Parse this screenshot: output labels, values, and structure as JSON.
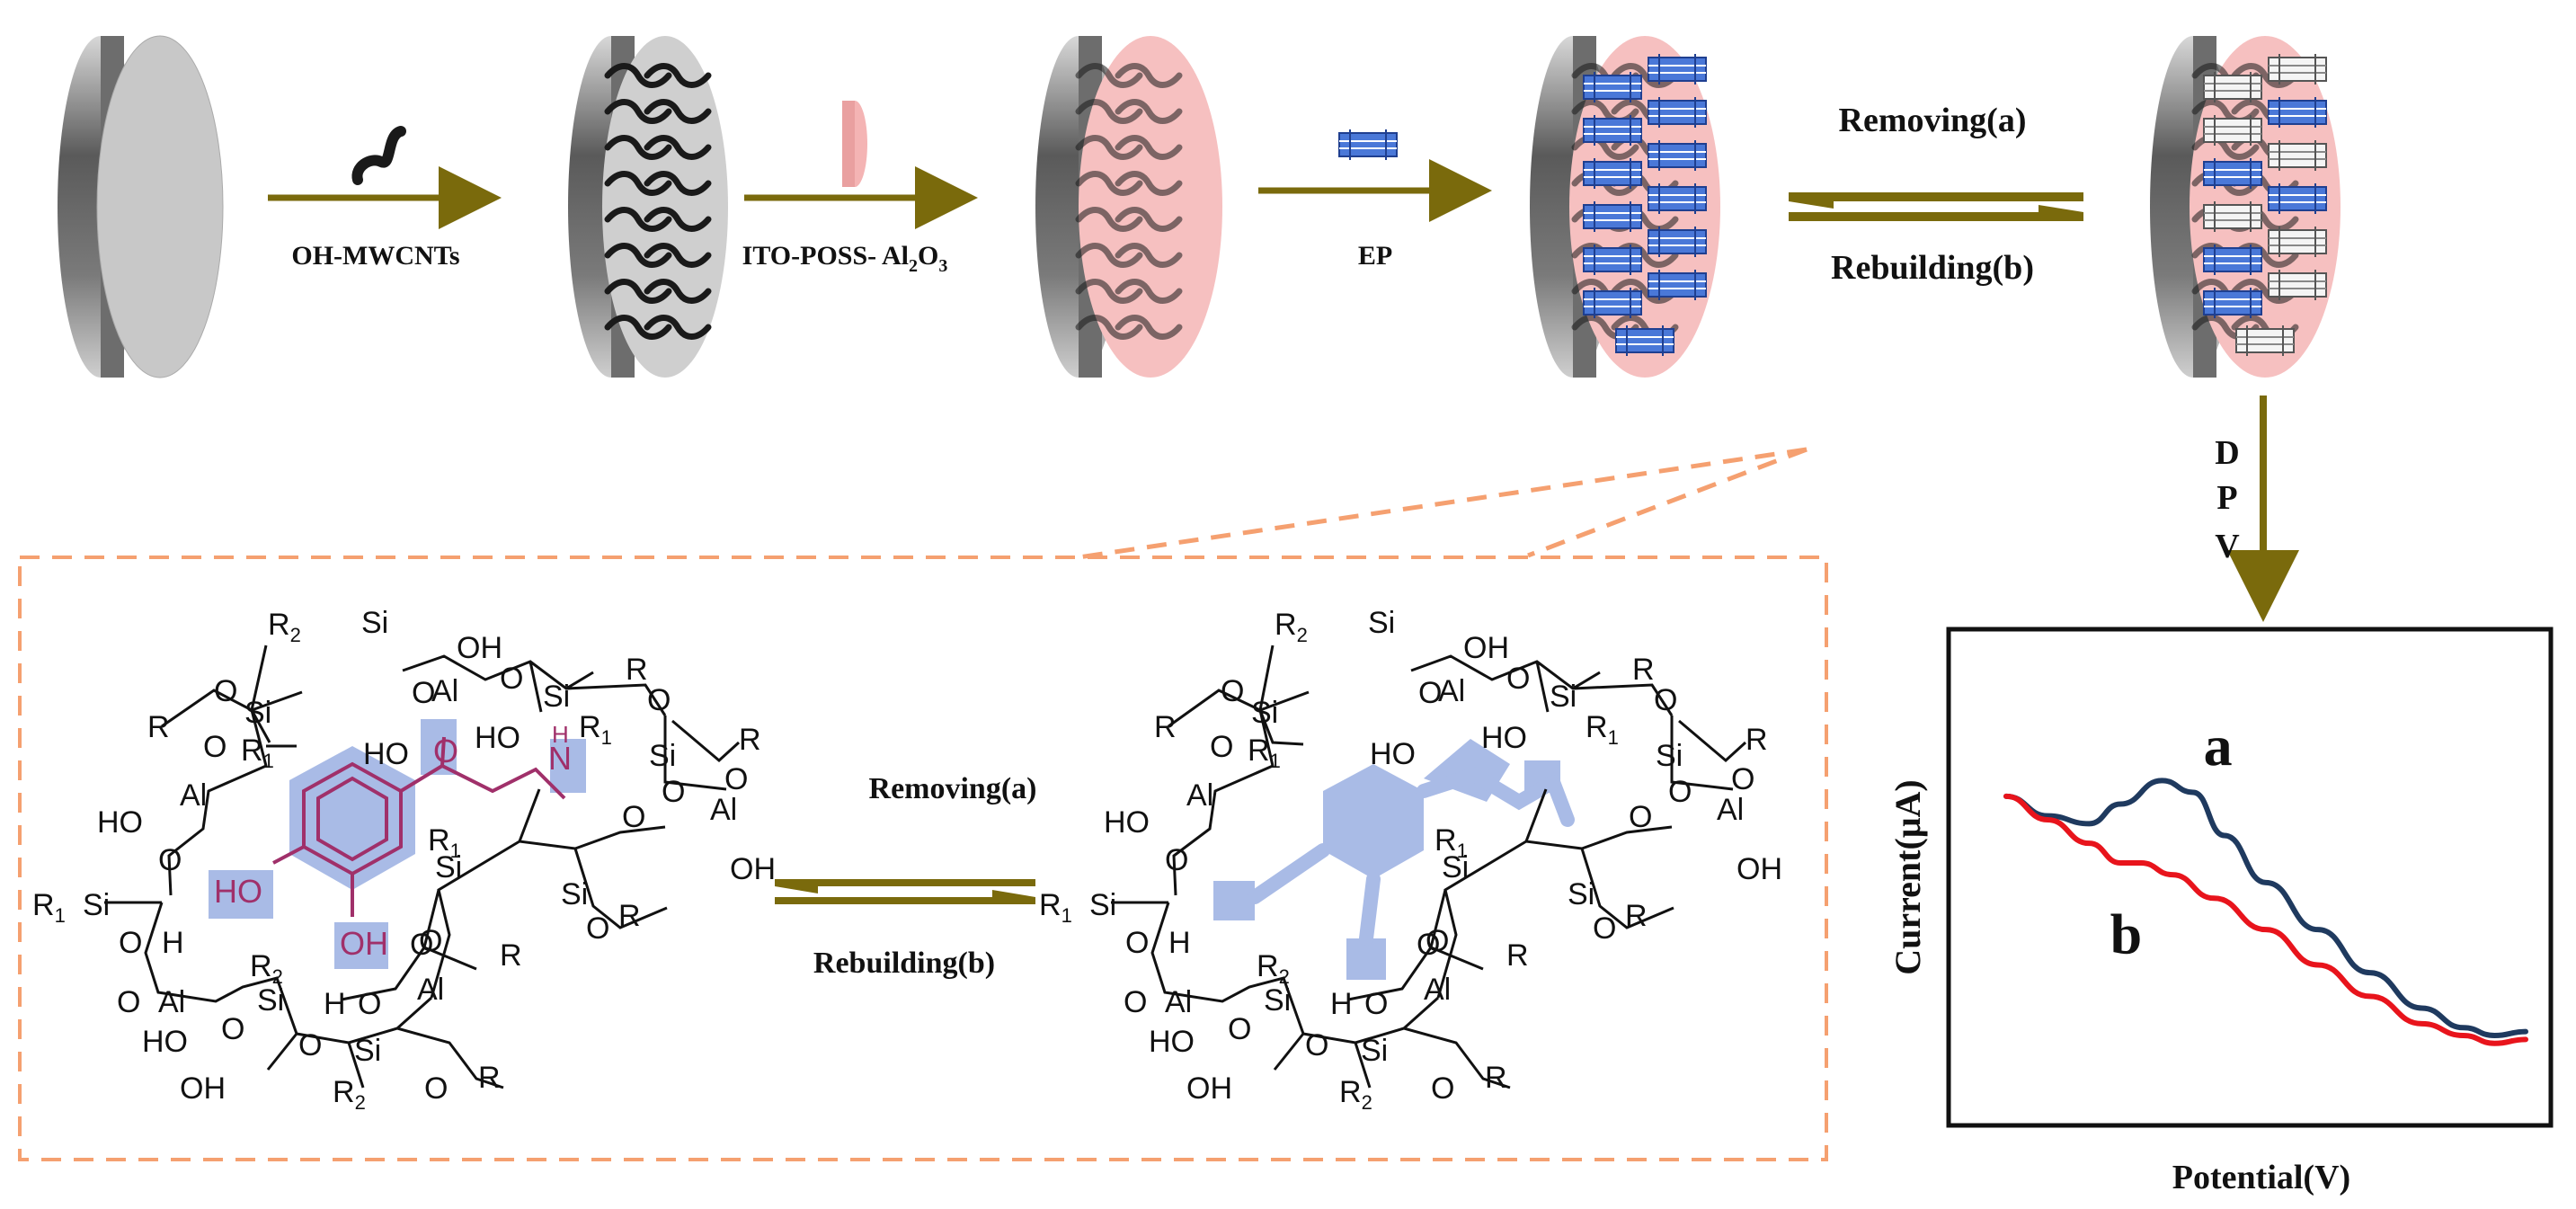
{
  "steps": {
    "s1": {
      "label": "OH-MWCNTs"
    },
    "s2": {
      "label_main": "ITO-POSS- Al",
      "label_sub": "2",
      "label_o": "O",
      "label_sub2": "3"
    },
    "s3": {
      "label": "EP"
    }
  },
  "equilibrium_top": {
    "forward": "Removing(a)",
    "backward": "Rebuilding(b)"
  },
  "equilibrium_bottom": {
    "forward": "Removing(a)",
    "backward": "Rebuilding(b)"
  },
  "dpv": {
    "l1": "D",
    "l2": "P",
    "l3": "V"
  },
  "chemistry": {
    "si": "Si",
    "al": "Al",
    "o": "O",
    "oh": "OH",
    "ho": "HO",
    "h": "H",
    "r": "R",
    "r1": "R",
    "r1_sub": "1",
    "r2": "R",
    "r2_sub": "2",
    "nh": "N",
    "nh_h": "H"
  },
  "chart_data": {
    "type": "line",
    "xlabel": "Potential(V)",
    "ylabel": "Current(μA)",
    "series": [
      {
        "name": "a",
        "color": "#1f3a5f",
        "x": [
          0.0,
          0.08,
          0.16,
          0.22,
          0.3,
          0.36,
          0.42,
          0.5,
          0.6,
          0.7,
          0.8,
          0.88,
          0.94,
          1.0
        ],
        "y": [
          0.62,
          0.57,
          0.55,
          0.6,
          0.66,
          0.63,
          0.52,
          0.4,
          0.28,
          0.17,
          0.08,
          0.03,
          0.01,
          0.02
        ]
      },
      {
        "name": "b",
        "color": "#e8141c",
        "x": [
          0.0,
          0.08,
          0.16,
          0.22,
          0.26,
          0.32,
          0.4,
          0.5,
          0.6,
          0.7,
          0.8,
          0.88,
          0.94,
          1.0
        ],
        "y": [
          0.62,
          0.56,
          0.5,
          0.45,
          0.45,
          0.42,
          0.36,
          0.28,
          0.19,
          0.11,
          0.04,
          0.01,
          -0.01,
          0.0
        ]
      }
    ],
    "xlim": [
      0,
      1
    ],
    "ylim": [
      -0.1,
      1.0
    ],
    "grid": false,
    "legend": "inline"
  },
  "colors": {
    "arrow": "#7a6a0c",
    "pink": "#f6c0c0",
    "blue": "#5a86d6",
    "dash": "#f5a070"
  }
}
